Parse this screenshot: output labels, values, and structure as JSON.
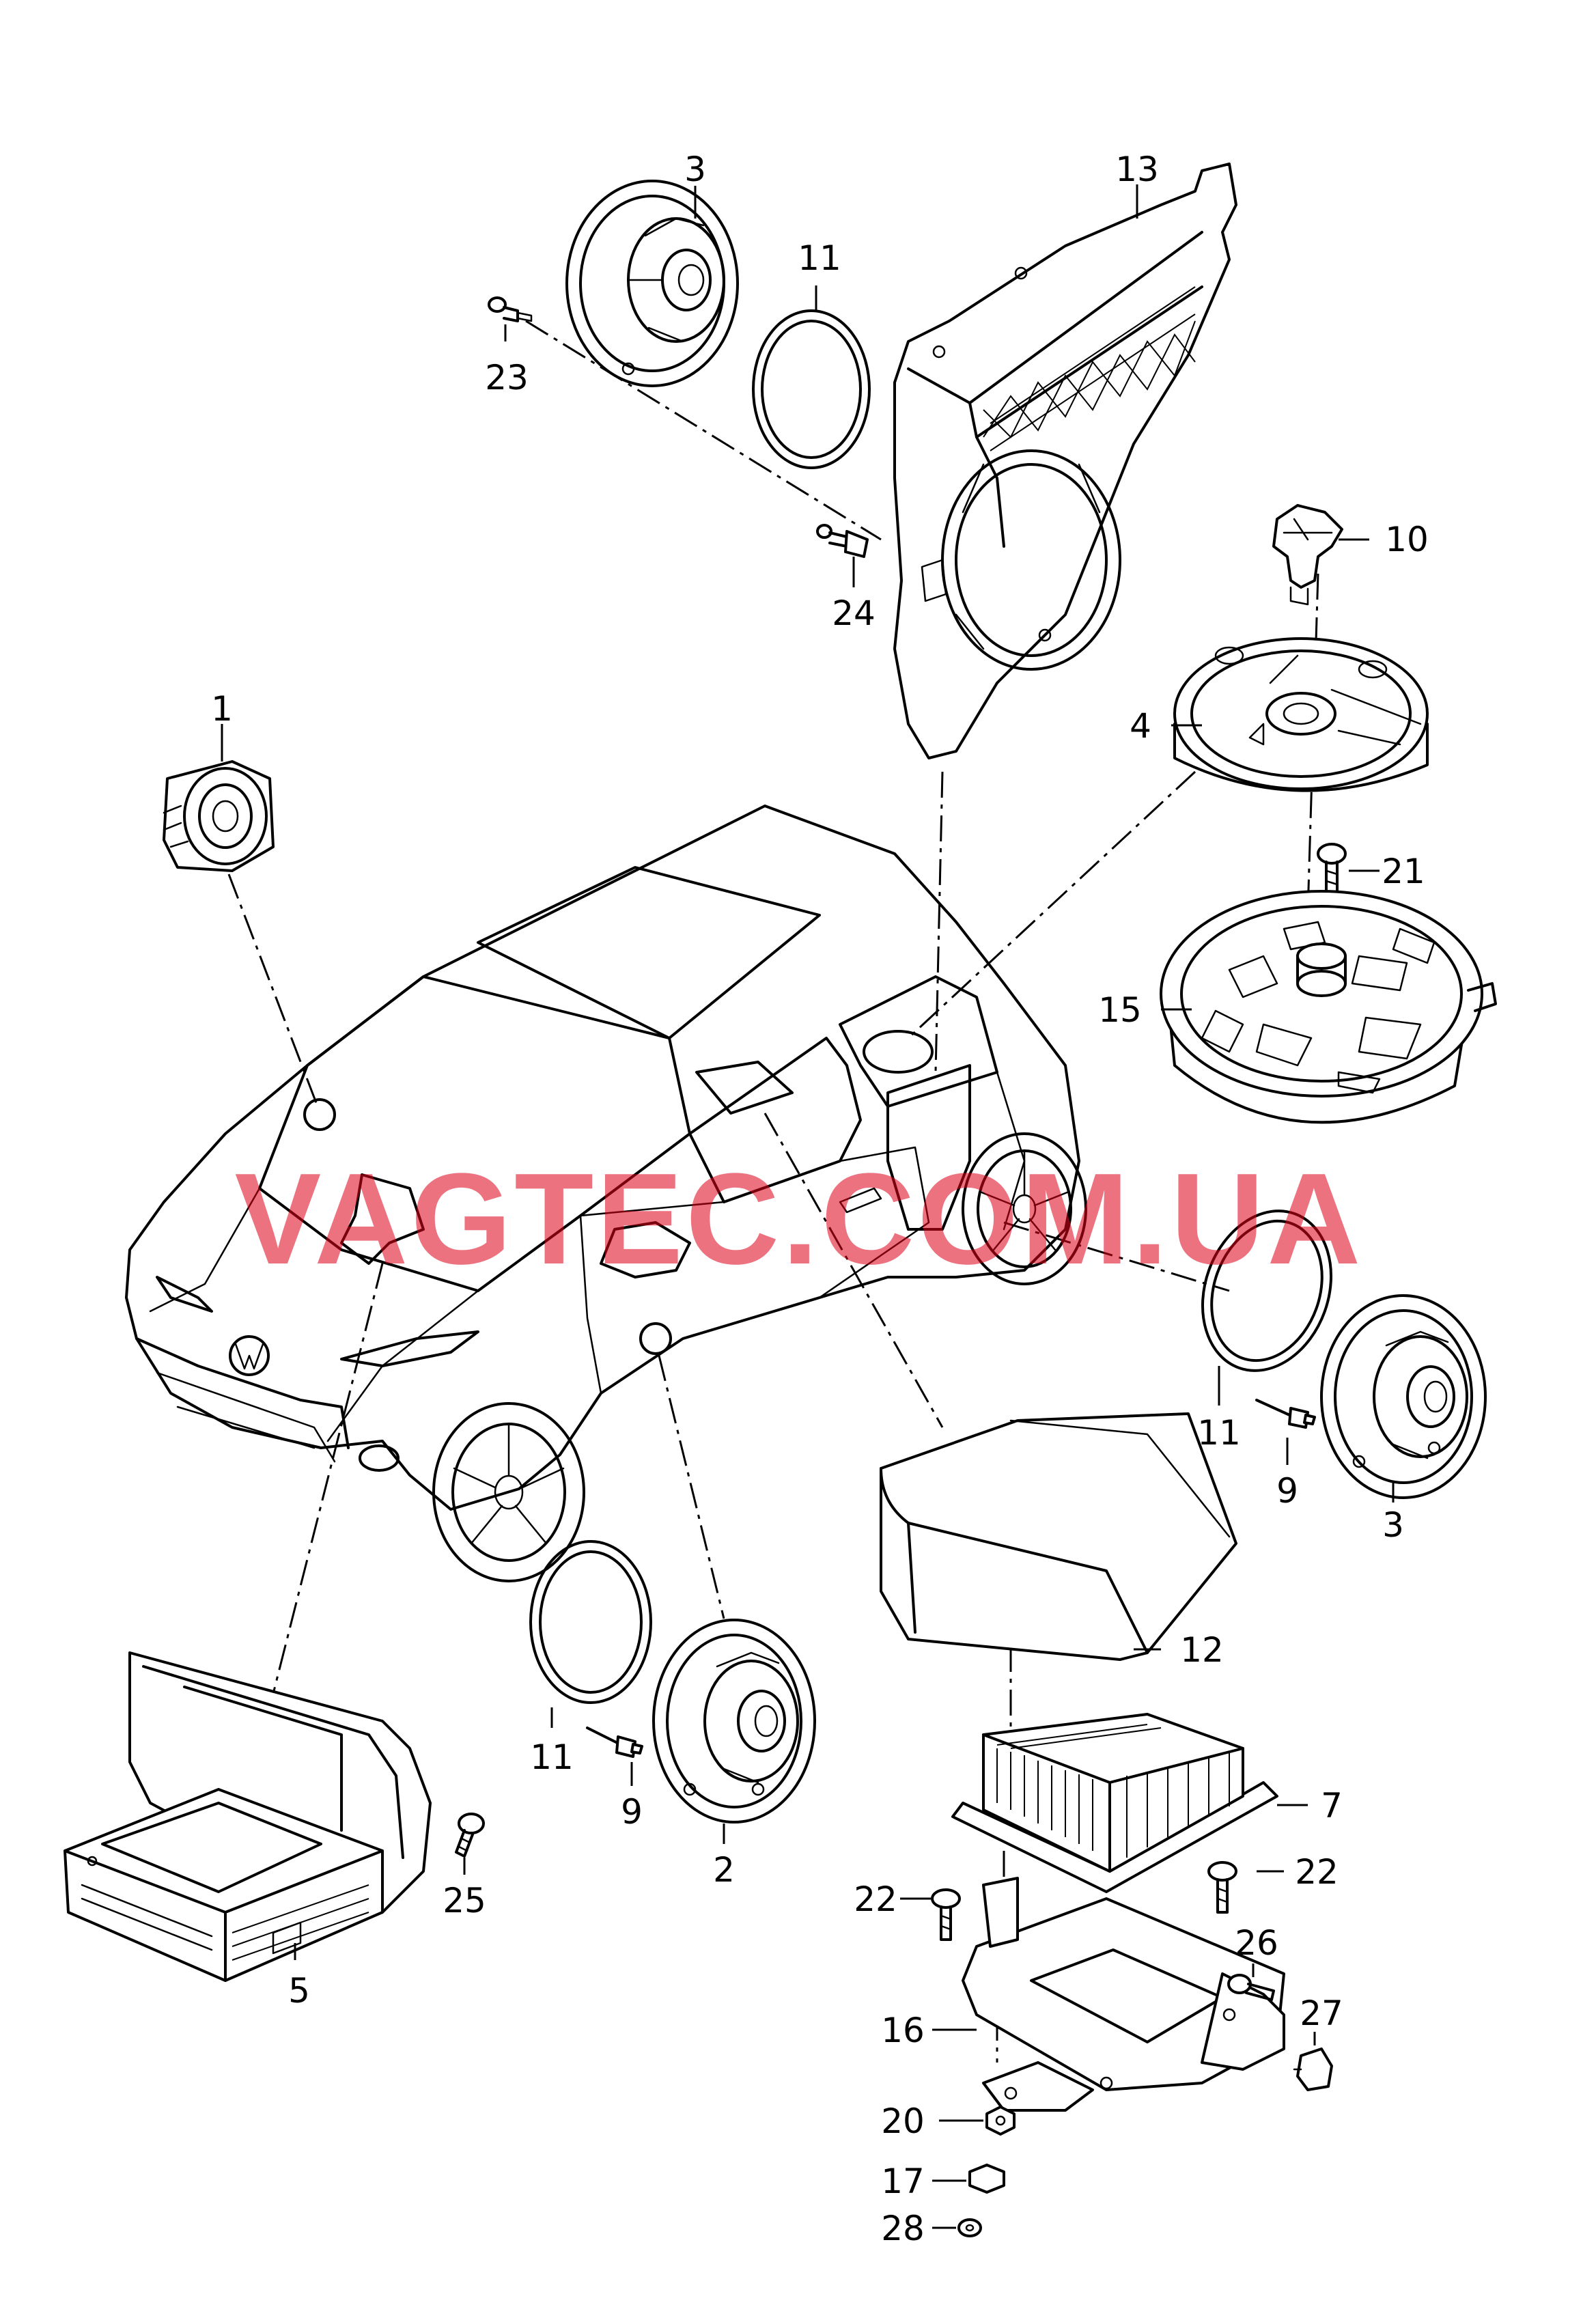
{
  "watermark": "VAGTEC.COM.UA",
  "callouts": {
    "c1": "1",
    "c2": "2",
    "c3a": "3",
    "c3b": "3",
    "c4": "4",
    "c5": "5",
    "c7": "7",
    "c9a": "9",
    "c9b": "9",
    "c10": "10",
    "c11a": "11",
    "c11b": "11",
    "c11c": "11",
    "c12": "12",
    "c13": "13",
    "c15": "15",
    "c16": "16",
    "c17": "17",
    "c20": "20",
    "c21": "21",
    "c22a": "22",
    "c22b": "22",
    "c23": "23",
    "c24": "24",
    "c25": "25",
    "c26": "26",
    "c27": "27",
    "c28": "28"
  }
}
